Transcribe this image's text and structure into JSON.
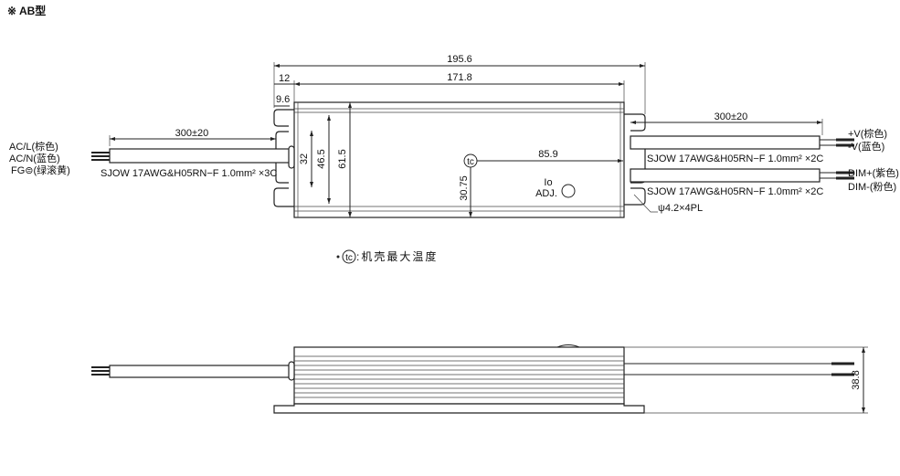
{
  "heading": "※ AB型",
  "top_view": {
    "dims": {
      "overall_length": "195.6",
      "body_length": "171.8",
      "flange": "12",
      "hole_offset": "9.6",
      "hole_pitch": "32",
      "inner_width": "46.5",
      "width": "61.5",
      "tc_y": "30.75",
      "tc_x": "85.9",
      "cable_length_in": "300±20",
      "cable_length_out": "300±20"
    },
    "input_wires": [
      "AC/L(棕色)",
      "AC/N(蓝色)",
      "FG⊜(绿滚黄)"
    ],
    "input_cable": "SJOW 17AWG&H05RN−F  1.0mm² ×3C",
    "output_cable_1": "SJOW 17AWG&H05RN−F  1.0mm² ×2C",
    "output_cable_2": "SJOW 17AWG&H05RN−F  1.0mm² ×2C",
    "output_wires": [
      "+V(棕色)",
      "-V(蓝色)",
      "DIM+(紫色)",
      "DIM-(粉色)"
    ],
    "tc_symbol": "tc",
    "io_adj": [
      "Io",
      "ADJ."
    ],
    "hole_note": "ψ4.2×4PL"
  },
  "legend_note": {
    "symbol": "tc",
    "text": ":机壳最大温度"
  },
  "side_view": {
    "height": "38.8"
  }
}
